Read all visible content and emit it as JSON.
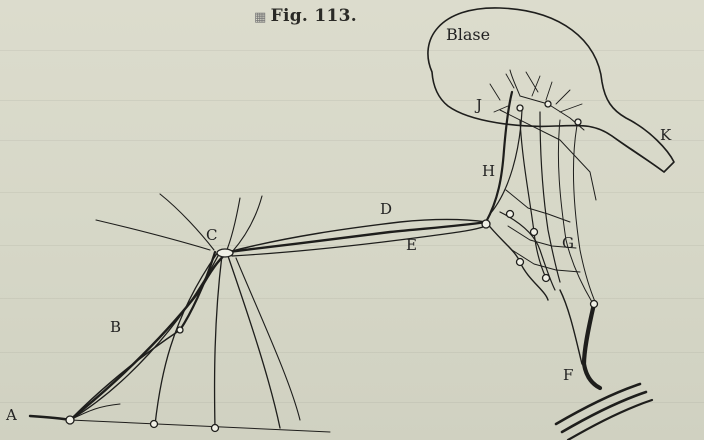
{
  "figure": {
    "caption": "Fig. 113."
  },
  "labels": {
    "blase": "Blase",
    "a": "A",
    "b": "B",
    "c": "C",
    "d": "D",
    "e": "E",
    "f": "F",
    "g": "G",
    "h": "H",
    "j": "J",
    "k": "K"
  },
  "colors": {
    "paper": "#d7d8c9",
    "ink": "#1e1e1c"
  }
}
